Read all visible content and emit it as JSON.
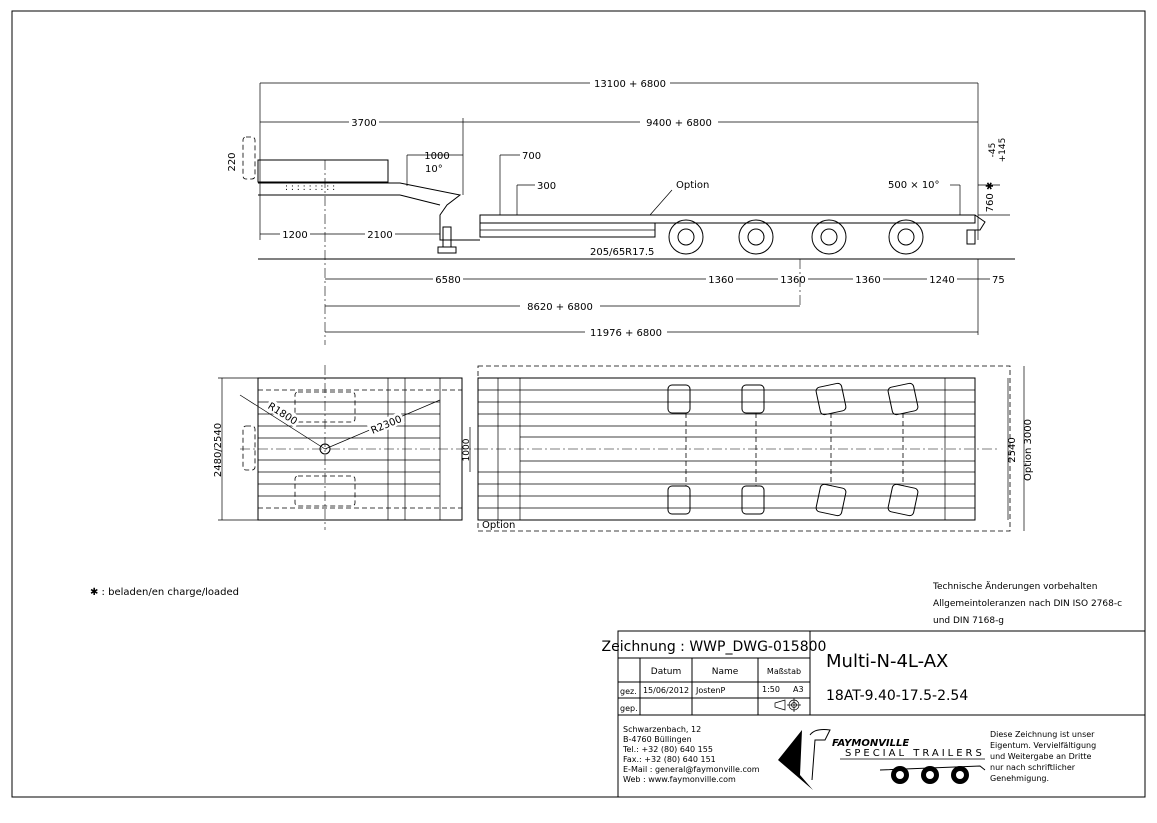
{
  "side_view": {
    "dim_overall": "13100 + 6800",
    "dim_gooseneck": "3700",
    "dim_bed": "9400 + 6800",
    "dim_height_220": "220",
    "dim_1000": "1000",
    "dim_angle": "10°",
    "dim_700": "700",
    "dim_300": "300",
    "option_label": "Option",
    "dim_ramp": "500 × 10°",
    "dim_760": "760 ✱",
    "dim_tol_minus": "-45",
    "dim_tol_plus": "+145",
    "dim_1200": "1200",
    "dim_2100": "2100",
    "tyre": "205/65R17.5",
    "dim_6580": "6580",
    "axle_spacings": [
      "1360",
      "1360",
      "1360"
    ],
    "dim_1240": "1240",
    "dim_75": "75",
    "dim_8620": "8620 + 6800",
    "dim_11976": "11976 + 6800"
  },
  "plan_view": {
    "dim_width_front": "2480/2540",
    "radius_1": "R1800",
    "radius_2": "R2300",
    "dim_1000": "1000",
    "option_label": "Option",
    "dim_width_rear": "2540",
    "dim_option_width": "Option 3000"
  },
  "footnote": "✱ : beladen/en charge/loaded",
  "notes": [
    "Technische Änderungen vorbehalten",
    "Allgemeintoleranzen nach DIN ISO 2768-c",
    "und DIN 7168-g"
  ],
  "title_block": {
    "drawing_label": "Zeichnung : WWP_DWG-015800",
    "col_date": "Datum",
    "col_name": "Name",
    "col_scale": "Maßstab",
    "row_drawn": "gez.",
    "row_checked": "gep.",
    "drawn_date": "15/06/2012",
    "drawn_name": "JostenP",
    "scale": "1:50",
    "paper": "A3",
    "model": "Multi-N-4L-AX",
    "spec": "18AT-9.40-17.5-2.54",
    "address": [
      "Schwarzenbach, 12",
      "B-4760 Büllingen",
      "Tel.: +32 (80) 640 155",
      "Fax.: +32 (80) 640 151",
      "E-Mail : general@faymonville.com",
      "Web : www.faymonville.com"
    ],
    "logo_name": "FAYMONVILLE",
    "logo_sub": "SPECIAL TRAILERS",
    "copyright": [
      "Diese Zeichnung ist unser",
      "Eigentum. Vervielfältigung",
      "und Weitergabe an Dritte",
      "nur nach schriftlicher",
      "Genehmigung."
    ]
  }
}
